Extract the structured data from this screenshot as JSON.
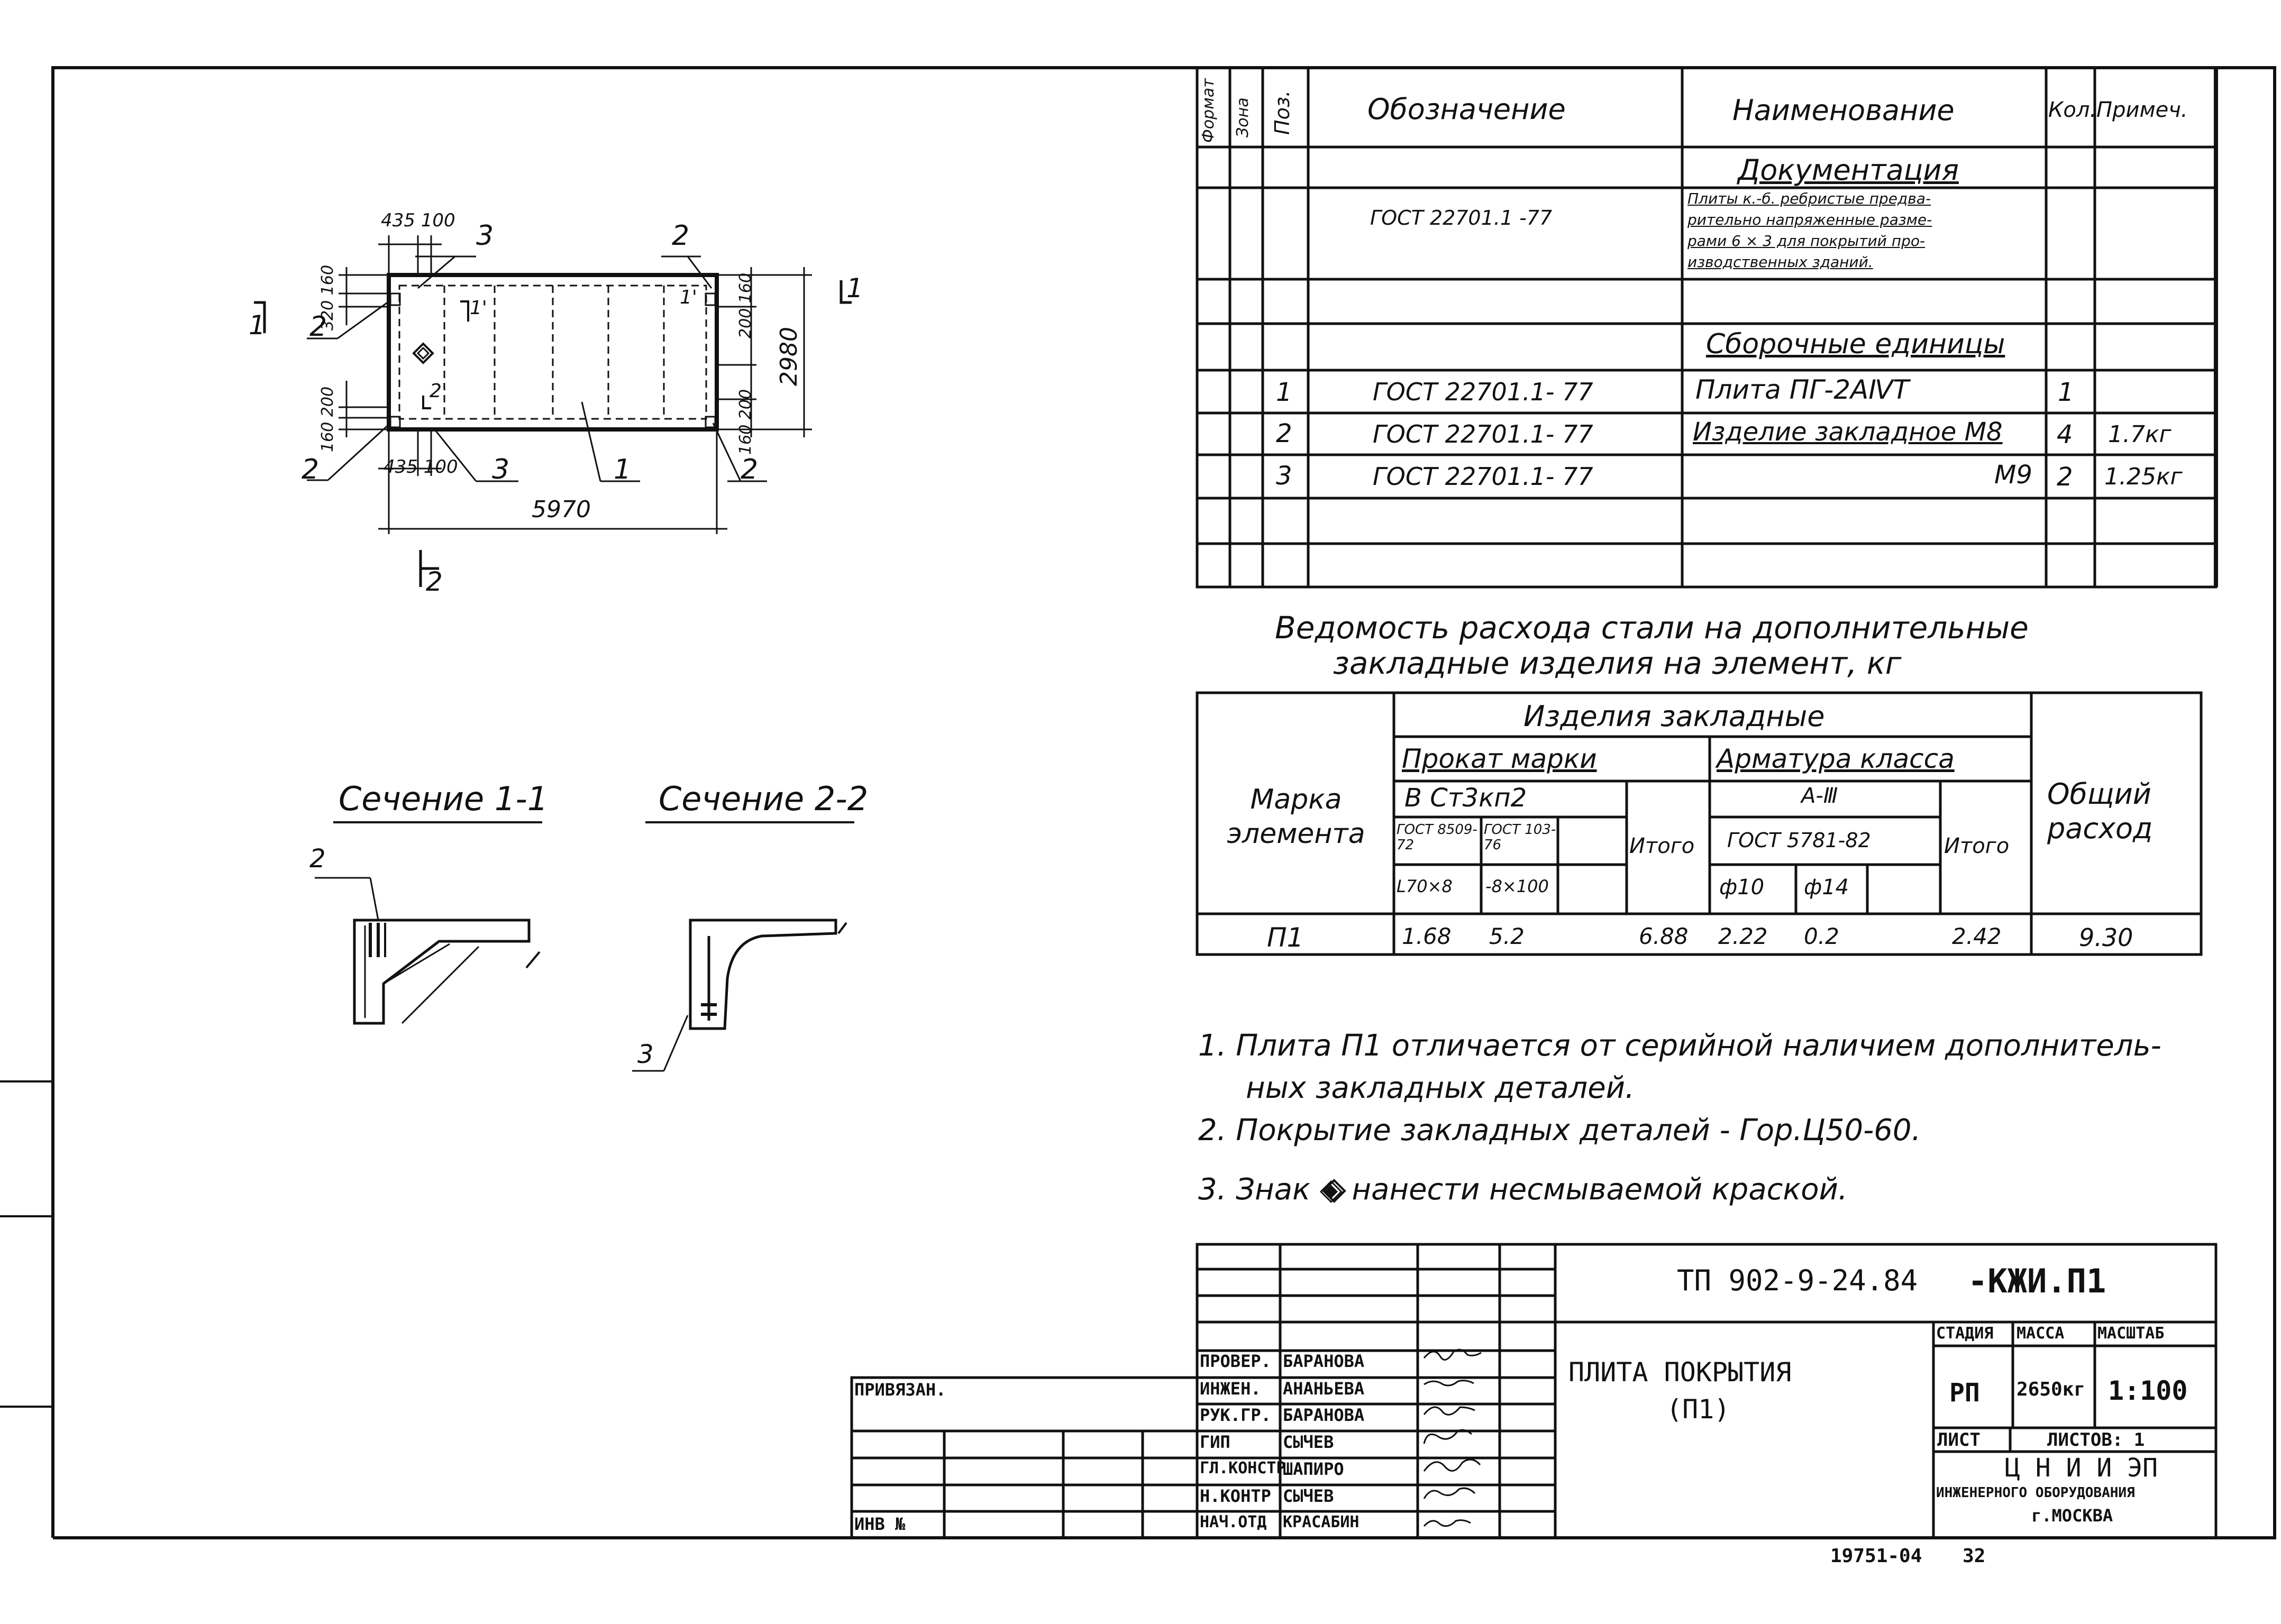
{
  "spec_header": {
    "format": "Формат",
    "zone": "Зона",
    "pos": "Поз.",
    "designation": "Обозначение",
    "name": "Наименование",
    "qty": "Кол.",
    "note": "Примеч."
  },
  "spec_sections": {
    "documentation": "Документация",
    "assembly": "Сборочные единицы"
  },
  "spec_doc": {
    "designation": "ГОСТ 22701.1 -77",
    "name_lines": [
      "Плиты к.-б. ребристые предва-",
      "рительно напряженные разме-",
      "рами 6 × 3 для покрытий про-",
      "изводственных зданий."
    ]
  },
  "spec_rows": [
    {
      "pos": "1",
      "designation": "ГОСТ 22701.1- 77",
      "name": "Плита   ПГ-2АⅣТ",
      "qty": "1",
      "note": ""
    },
    {
      "pos": "2",
      "designation": "ГОСТ 22701.1- 77",
      "name": "Изделие закладное  М8",
      "qty": "4",
      "note": "1.7кг"
    },
    {
      "pos": "3",
      "designation": "ГОСТ 22701.1- 77",
      "name": "М9",
      "qty": "2",
      "note": "1.25кг"
    }
  ],
  "steel": {
    "title1": "Ведомость расхода стали на дополнительные",
    "title2": "закладные изделия на элемент, кг",
    "col_mark": "Марка элемента",
    "col_items": "Изделия   закладные",
    "col_rolled": "Прокат марки",
    "col_rolled_grade": "В Ст3кп2",
    "col_gost1": "ГОСТ 8509-72",
    "col_gost2": "ГОСТ 103-76",
    "col_prof1": "L70×8",
    "col_prof2": "-8×100",
    "col_total": "Итого",
    "col_rebar": "Арматура  класса",
    "col_rebar_class": "А-Ⅲ",
    "col_rebar_gost": "ГОСТ 5781-82",
    "col_d10": "ф10",
    "col_d14": "ф14",
    "col_grand": "Общий расход",
    "row": {
      "mark": "П1",
      "a": "1.68",
      "b": "5.2",
      "tot1": "6.88",
      "c": "2.22",
      "d": "0.2",
      "tot2": "2.42",
      "grand": "9.30"
    }
  },
  "notes": [
    "1.  Плита П1 отличается от серийной наличием дополнитель-",
    "ных закладных деталей.",
    "2.  Покрытие закладных деталей  - Гор.Ц50-60.",
    "3.  Знак ◈ нанести несмываемой краской."
  ],
  "sections": {
    "s1": "Сечение 1-1",
    "s2": "Сечение 2-2"
  },
  "plan": {
    "dim_total_length": "5970",
    "dim_total_width": "2980",
    "dim_top": "435 100",
    "dim_bottom": "435 100",
    "dim_left_top": "320 160",
    "dim_left_bottom": "160 200",
    "dim_right_top": "200 160",
    "dim_right_bottom": "160 200",
    "label_1": "1",
    "label_2": "2",
    "label_3": "3",
    "cut_1": "1",
    "cut_2": "2",
    "cut_1i": "1'",
    "cut_2i": "2'"
  },
  "title_block": {
    "code": "ТП 902-9-24.84",
    "suffix": "-КЖИ.П1",
    "title_l1": "ПЛИТА ПОКРЫТИЯ",
    "title_l2": "(П1)",
    "stage_h": "СТАДИЯ",
    "mass_h": "МАССА",
    "scale_h": "МАСШТАБ",
    "stage": "РП",
    "mass": "2650кг",
    "scale": "1:100",
    "sheet": "ЛИСТ",
    "sheets": "ЛИСТОВ: 1",
    "org1": "Ц Н И И ЭП",
    "org2": "ИНЖЕНЕРНОГО ОБОРУДОВАНИЯ",
    "org3": "г.МОСКВА",
    "privyazan": "ПРИВЯЗАН.",
    "inv": "ИНВ №",
    "roles": [
      {
        "role": "ПРОВЕР.",
        "name": "БАРАНОВА"
      },
      {
        "role": "ИНЖЕН.",
        "name": "АНАНЬЕВА"
      },
      {
        "role": "РУК.ГР.",
        "name": "БАРАНОВА"
      },
      {
        "role": "ГИП",
        "name": "СЫЧЕВ"
      },
      {
        "role": "ГЛ.КОНСТР",
        "name": "ШАПИРО"
      },
      {
        "role": "Н.КОНТР",
        "name": "СЫЧЕВ"
      },
      {
        "role": "НАЧ.ОТД",
        "name": "КРАСАБИН"
      }
    ],
    "footer_num": "19751-04",
    "footer_page": "32"
  }
}
